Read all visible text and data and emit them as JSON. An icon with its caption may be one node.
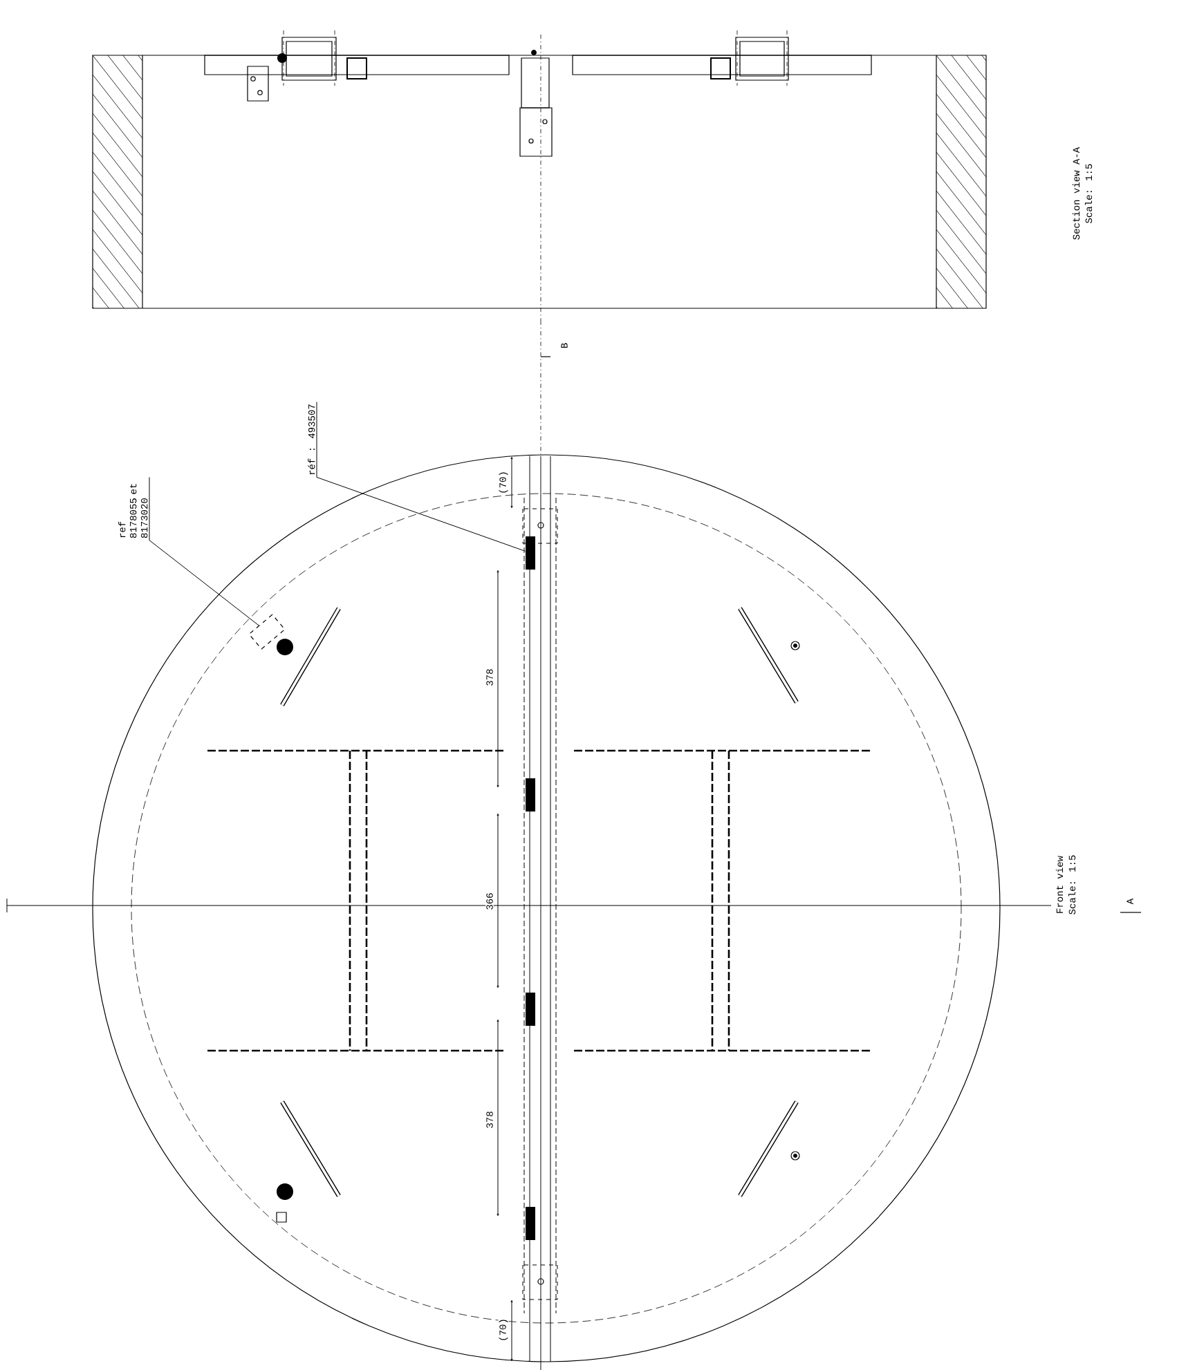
{
  "diagram": {
    "nodes": [
      {
        "text": [
          "ref 8178055 et 8173020"
        ]
      },
      {
        "text": [],
        "shape": "box"
      },
      {
        "text": [
          "réf : 493507"
        ]
      },
      {
        "text": [],
        "shape": "bar"
      }
    ],
    "edges": [
      {
        "from": 0,
        "to": 1,
        "arrow": "none"
      },
      {
        "from": 2,
        "to": 3,
        "arrow": "none"
      }
    ],
    "labels": [
      "Section view A-A",
      "Scale: 1:5",
      "B",
      "(70)",
      "378",
      "366",
      "378",
      "(70)",
      "Front view",
      "Scale: 1:5",
      "A"
    ]
  }
}
